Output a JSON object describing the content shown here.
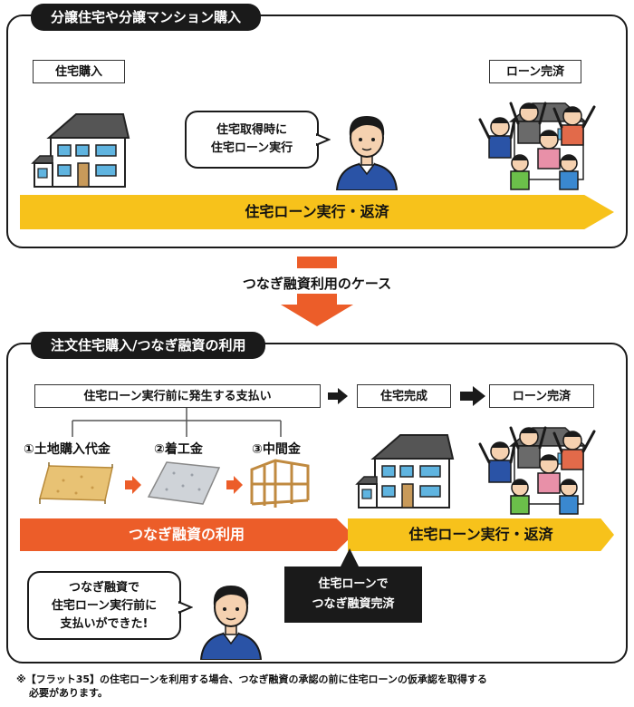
{
  "top_panel": {
    "tab": "分譲住宅や分譲マンション購入",
    "label_left": "住宅購入",
    "label_right": "ローン完済",
    "speech": [
      "住宅取得時に",
      "住宅ローン実行"
    ],
    "arrow": "住宅ローン実行・返済"
  },
  "middle": {
    "caption": "つなぎ融資利用のケース"
  },
  "bottom_panel": {
    "tab": "注文住宅購入/つなぎ融資の利用",
    "payments_box": "住宅ローン実行前に発生する支払い",
    "completion_box": "住宅完成",
    "loan_done_box": "ローン完済",
    "steps": [
      "①土地購入代金",
      "②着工金",
      "③中間金"
    ],
    "orange_arrow": "つなぎ融資の利用",
    "yellow_arrow": "住宅ローン実行・返済",
    "black_note": [
      "住宅ローンで",
      "つなぎ融資完済"
    ],
    "speech": [
      "つなぎ融資で",
      "住宅ローン実行前に",
      "支払いができた!"
    ]
  },
  "footnote": [
    "※【フラット35】の住宅ローンを利用する場合、つなぎ融資の承認の前に住宅ローンの仮承認を取得する",
    "必要があります。"
  ],
  "colors": {
    "yellow": "#f7c21b",
    "orange": "#ec5d29",
    "dark": "#1a1a1a",
    "blue": "#2a53a6"
  }
}
